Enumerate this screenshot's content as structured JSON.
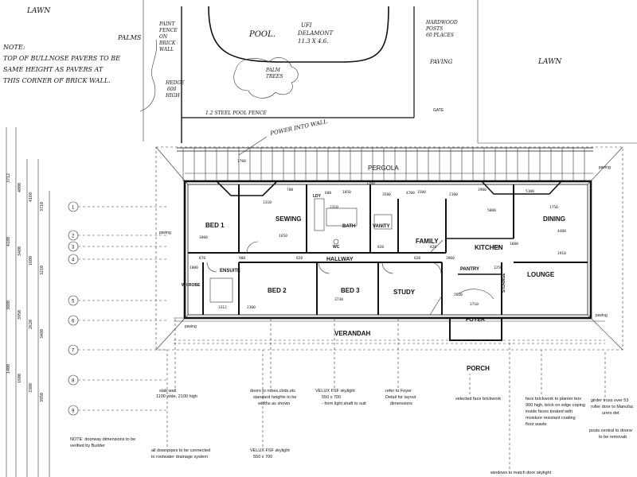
{
  "handwritten": {
    "lawn_top_left": "LAWN",
    "lawn_top_right": "LAWN",
    "note_lines": [
      "NOTE:",
      "TOP OF BULLNOSE PAVERS TO BE",
      "SAME HEIGHT AS PAVERS AT",
      "THIS CORNER OF BRICK WALL."
    ],
    "palms_left": "PALMS",
    "brick_fence": [
      "PAINT",
      "FENCE",
      "ON",
      "BRICK",
      "WALL"
    ],
    "pool": "POOL.",
    "pool_dims": [
      "UFI",
      "DELAMONT",
      "11.3 X 4.6."
    ],
    "palm_trees": [
      "PALM",
      "TREES"
    ],
    "hedge": [
      "HEDGE",
      "600",
      "HIGH"
    ],
    "hardwood_posts": [
      "HARDWOOD",
      "POSTS",
      "60 PLACES"
    ],
    "paving_top": "PAVING",
    "gate": "GATE",
    "steel_fence": "1.2 STEEL POOL FENCE",
    "power_into_wall": "POWER INTO WALL"
  },
  "rooms": {
    "pergola": "PERGOLA",
    "bed1": "BED 1",
    "sewing": "SEWING",
    "bath": "BATH",
    "vanity": "VANITY",
    "family": "FAMILY",
    "kitchen": "KITCHEN",
    "dining": "DINING",
    "lounge": "LOUNGE",
    "ensuite": "ENSUITE",
    "wir": "W I ROBE",
    "hallway": "HALLWAY",
    "bed2": "BED 2",
    "bed3": "BED 3",
    "study": "STUDY",
    "pantry": "PANTRY",
    "storage": "STORAGE",
    "foyer": "FOYER",
    "verandah": "VERANDAH",
    "porch": "PORCH",
    "paving": "paving",
    "wc": "WC",
    "ldy": "LDY"
  },
  "callouts": {
    "slab_wall": [
      "slab wall",
      "1100 wide, 2100 high"
    ],
    "doors": [
      "doors to robes,cbds,etc",
      "standard heights to be",
      "widths as shown"
    ],
    "velux1": [
      "VELUX FSF skylight",
      "550 x 700",
      "- form light shaft to suit"
    ],
    "refer_foyer": [
      "refer to Foyer",
      "Detail for layout",
      "dimensions"
    ],
    "face_brickwork": "selected face brickwork",
    "planter": [
      "face brickwork to planter box",
      "900 high, brick on edge coping",
      "inside faces treated with",
      "moisture resistant coating",
      "floor waste"
    ],
    "girder": [
      "girder truss over 53",
      "roller door to Manufac",
      "urers det"
    ],
    "posts_central": [
      "posts central to doorw",
      "to be removab"
    ],
    "doorway_note": [
      "NOTE: doorway dimensions to be",
      "verified by Builder"
    ],
    "downpipes": [
      "all downpipes to be connected",
      "to rootwater drainage system"
    ],
    "velux2": [
      "VELUX FSF skylight",
      "550 x 700"
    ],
    "windows_note": "windows to match door skylight"
  },
  "dims": [
    "1700",
    "1050",
    "1650",
    "1500",
    "820",
    "870",
    "900",
    "600",
    "820",
    "820",
    "820",
    "2100",
    "3730",
    "4700",
    "3900",
    "5100",
    "4480",
    "3312",
    "1000",
    "2620",
    "3710",
    "1600",
    "1910",
    "2100",
    "3960",
    "1800",
    "3580",
    "1310",
    "2310",
    "1200",
    "820",
    "1750",
    "5000",
    "700",
    "1250"
  ],
  "grid_markers": [
    "1",
    "2",
    "3",
    "4",
    "5",
    "6",
    "7",
    "8",
    "9"
  ],
  "left_dims": [
    "3712",
    "4000",
    "4160",
    "3710",
    "4180",
    "3480",
    "1600",
    "3210",
    "3880",
    "3950",
    "2620",
    "3480",
    "1400",
    "1600",
    "3380",
    "3950"
  ]
}
